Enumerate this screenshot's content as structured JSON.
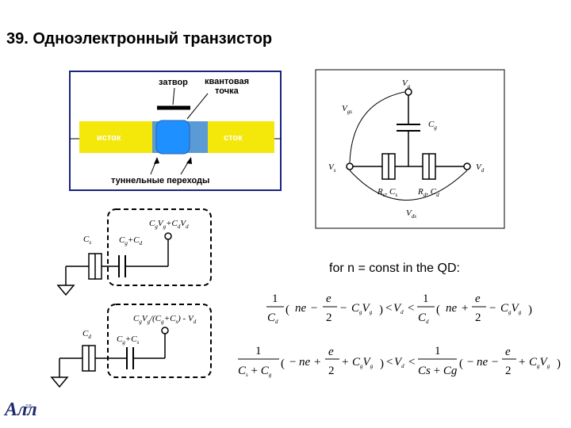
{
  "title": "39. Одноэлектронный транзистор",
  "device": {
    "gate": "затвор",
    "quantum_dot_1": "квантовая",
    "quantum_dot_2": "точка",
    "source": "исток",
    "drain": "сток",
    "tunnel": "туннельные переходы",
    "colors": {
      "frame": "#1a237e",
      "lead": "#f4e70a",
      "dot": "#1e90ff",
      "channel": "#5b9bd5",
      "gate": "#000000"
    }
  },
  "circuit": {
    "vg": "V",
    "vg_sub": "g",
    "vgs": "V",
    "vgs_sub": "gs",
    "cg": "C",
    "cg_sub": "g",
    "vs": "V",
    "vs_sub": "s",
    "vd": "V",
    "vd_sub": "d",
    "rs_cs": "R",
    "rs_sub": "s",
    "cs_mid": ", C",
    "cs_sub": "s",
    "rd_cd": "R",
    "rd_sub": "d",
    "cd_mid": ", C",
    "cd_sub": "d",
    "vds": "V",
    "vds_sub": "ds"
  },
  "eq_top": {
    "num": "C",
    "num_sub1": "g",
    "num_mid": "V",
    "num_sub2": "g",
    "num_plus": "+C",
    "num_sub3": "d",
    "num_v": "V",
    "num_sub4": "d",
    "cap": "C",
    "cap_sub": "s",
    "den": "C",
    "den_sub1": "g",
    "den_plus": "+C",
    "den_sub2": "d"
  },
  "eq_bottom": {
    "num": "C",
    "num_sub1": "g",
    "num_v": "V",
    "num_sub2": "g",
    "num_rest": "/(C",
    "num_sub3": "g",
    "num_plus": "+C",
    "num_sub4": "s",
    "num_end": ") - V",
    "num_sub5": "d",
    "cap": "C",
    "cap_sub": "d",
    "den": "C",
    "den_sub1": "g",
    "den_plus": "+C",
    "den_sub2": "s"
  },
  "note": "for n = const in the QD:",
  "logo": "Aлл",
  "page_number": "18"
}
